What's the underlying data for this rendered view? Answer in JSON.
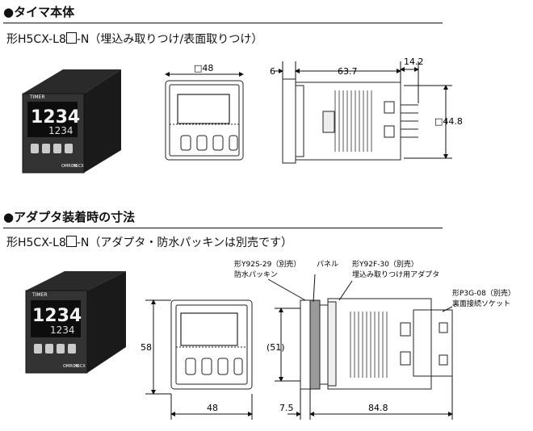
{
  "section1": {
    "heading": "●タイマ本体",
    "model_prefix": "形H5CX-L8",
    "model_suffix": "-N（埋込み取りつけ/表面取りつけ）",
    "dims": {
      "front_w": "□48",
      "d_6": "6",
      "d_637": "63.7",
      "d_142": "14.2",
      "d_448": "□44.8"
    }
  },
  "section2": {
    "heading": "●アダプタ装着時の寸法",
    "model_prefix": "形H5CX-L8",
    "model_suffix": "-N（アダプタ・防水パッキンは別売です）",
    "callouts": {
      "gasket_model": "形Y92S-29（別売）",
      "gasket_name": "防水パッキン",
      "panel": "パネル",
      "adapter_model": "形Y92F-30（別売）",
      "adapter_name": "埋込み取りつけ用アダプタ",
      "socket_model": "形P3G-08（別売）",
      "socket_name": "裏面接続ソケット"
    },
    "dims": {
      "h58": "58",
      "h51": "(51)",
      "w48": "48",
      "d75": "7.5",
      "d848": "84.8"
    }
  },
  "display": {
    "digits_main": "1234",
    "digits_sub": "1234",
    "brand": "TIMER",
    "model_badge": "H5CX",
    "maker": "OMRON"
  }
}
